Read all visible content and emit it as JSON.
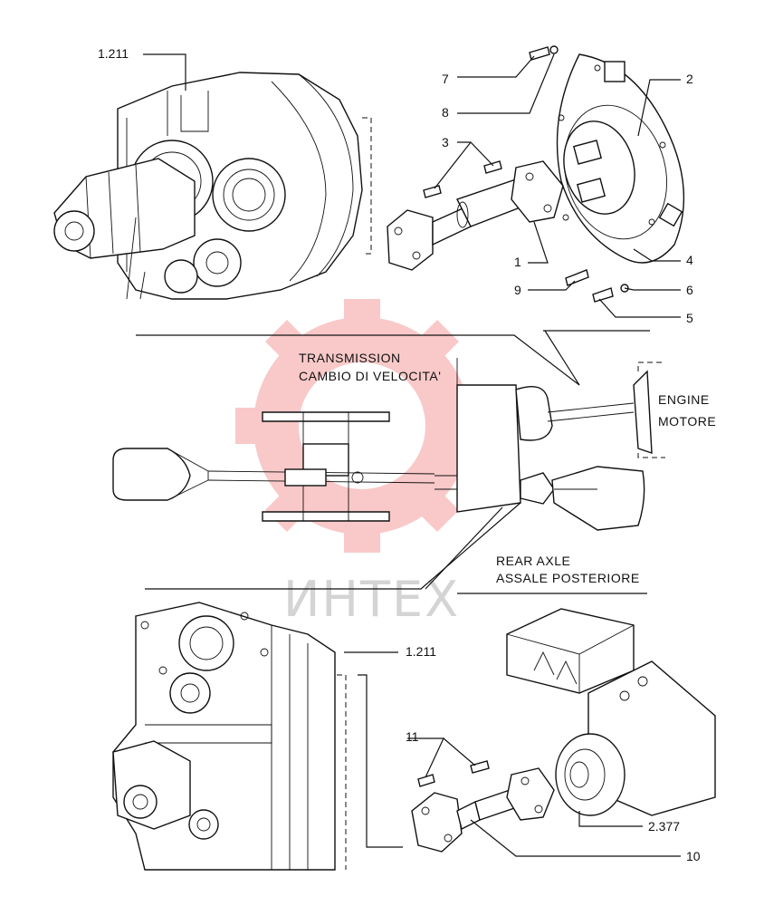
{
  "callouts": {
    "top_ref": "1.211",
    "n7": "7",
    "n8": "8",
    "n3": "3",
    "n2": "2",
    "n1": "1",
    "n4": "4",
    "n9": "9",
    "n6": "6",
    "n5": "5",
    "bottom_ref": "1.211",
    "n11": "11",
    "ref_2377": "2.377",
    "n10": "10"
  },
  "captions": {
    "transmission_en": "TRANSMISSION",
    "transmission_it": "CAMBIO DI VELOCITA'",
    "engine_en": "ENGINE",
    "engine_it": "MOTORE",
    "rear_axle_en": "REAR AXLE",
    "rear_axle_it": "ASSALE POSTERIORE"
  },
  "watermark": {
    "text": "ИНТЕХ",
    "color": "#e8413c"
  }
}
